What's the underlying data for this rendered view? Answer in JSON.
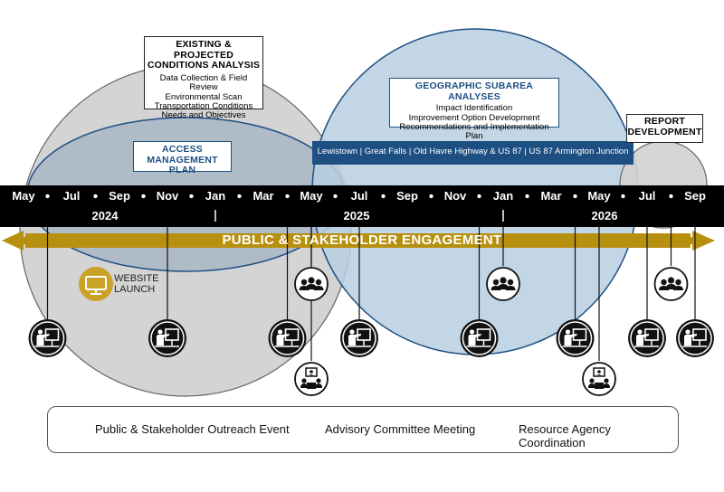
{
  "phases": {
    "existing": {
      "title_line1": "EXISTING & PROJECTED",
      "title_line2": "CONDITIONS ANALYSIS",
      "items": [
        "Data Collection & Field Review",
        "Environmental Scan",
        "Transportation Conditions",
        "Needs and Objectives"
      ]
    },
    "access": {
      "title_line1": "ACCESS",
      "title_line2": "MANAGEMENT PLAN"
    },
    "subarea": {
      "title": "GEOGRAPHIC SUBAREA ANALYSES",
      "items": [
        "Impact Identification",
        "Improvement Option Development",
        "Recommendations and Implementation Plan"
      ],
      "locations": "Lewistown | Great Falls | Old Havre Highway & US 87 | US 87 Armington Junction"
    },
    "report": {
      "title_line1": "REPORT",
      "title_line2": "DEVELOPMENT"
    }
  },
  "timeline": {
    "months": [
      "May",
      "Jul",
      "Sep",
      "Nov",
      "Jan",
      "Mar",
      "May",
      "Jul",
      "Sep",
      "Nov",
      "Jan",
      "Mar",
      "May",
      "Jul",
      "Sep"
    ],
    "years": [
      "2024",
      "2025",
      "2026"
    ]
  },
  "engagement_label": "PUBLIC & STAKEHOLDER ENGAGEMENT",
  "website": {
    "line1": "WEBSITE",
    "line2": "LAUNCH"
  },
  "events": {
    "outreach": [
      "May 2025",
      "Jan 2026",
      "Aug 2026"
    ],
    "advisory": [
      "Jun 2024",
      "Nov 2024",
      "Apr 2025",
      "Jul 2025",
      "Dec 2025",
      "Apr 2026",
      "Jul 2026",
      "Sep 2026"
    ],
    "agency": [
      "May 2025",
      "May 2026"
    ]
  },
  "legend": {
    "outreach": "Public & Stakeholder Outreach Event",
    "advisory": "Advisory Committee Meeting",
    "agency": "Resource Agency Coordination"
  },
  "colors": {
    "timeline_bar": "#000000",
    "engagement": "#b8900f",
    "existing_circle": "#cfcfcf",
    "access_ellipse": "#a9b6c6",
    "subarea_circle": "#b7cfe0",
    "location_band": "#1d4f83",
    "report_circle": "#d2d2d2"
  }
}
